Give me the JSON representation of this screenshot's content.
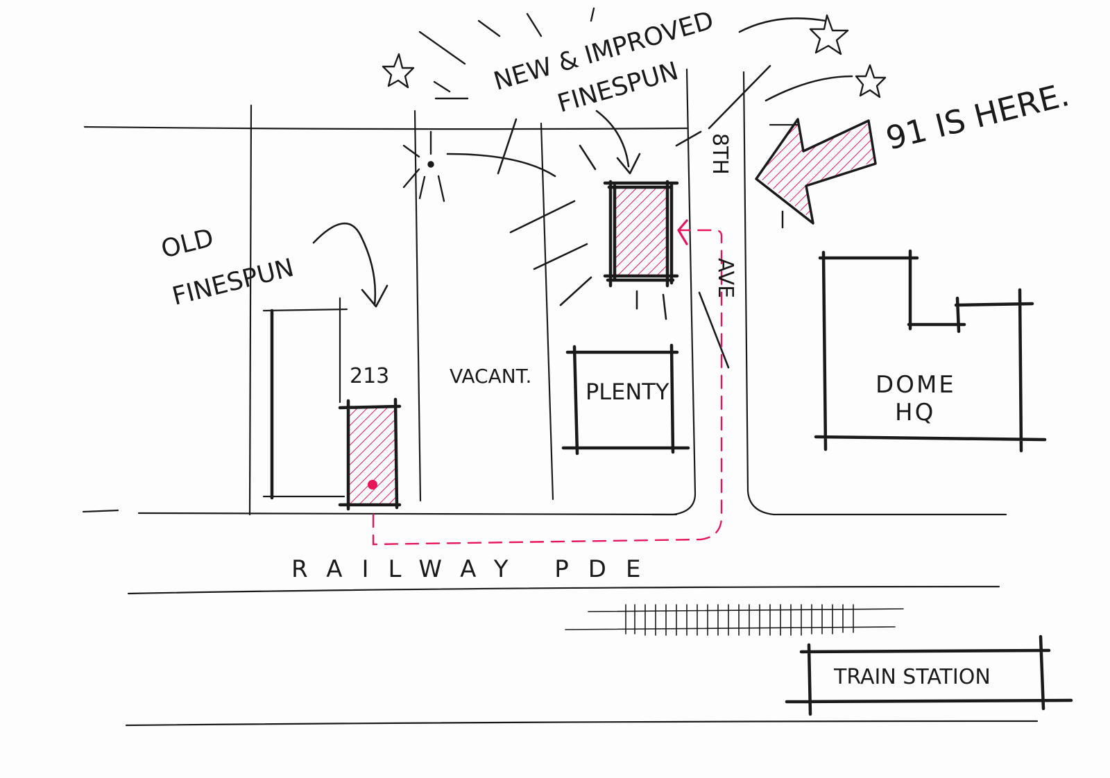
{
  "labels": {
    "new_line1": "NEW & IMPROVED",
    "new_line2": "FINESPUN",
    "old_line1": "OLD",
    "old_line2": "FINESPUN",
    "number_213": "213",
    "vacant": "VACANT.",
    "plenty": "PLENTY",
    "street_8th": "8TH",
    "street_ave": "AVE",
    "here_91": "91 IS HERE.",
    "dome_line1": "DOME",
    "dome_line2": "HQ",
    "railway": "RAILWAY PDE",
    "train_station": "TRAIN STATION"
  },
  "colors": {
    "ink": "#1a1a1a",
    "highlight": "#e8145a"
  },
  "icons": [
    "star-icon",
    "arrow-icon",
    "burst-icon"
  ]
}
